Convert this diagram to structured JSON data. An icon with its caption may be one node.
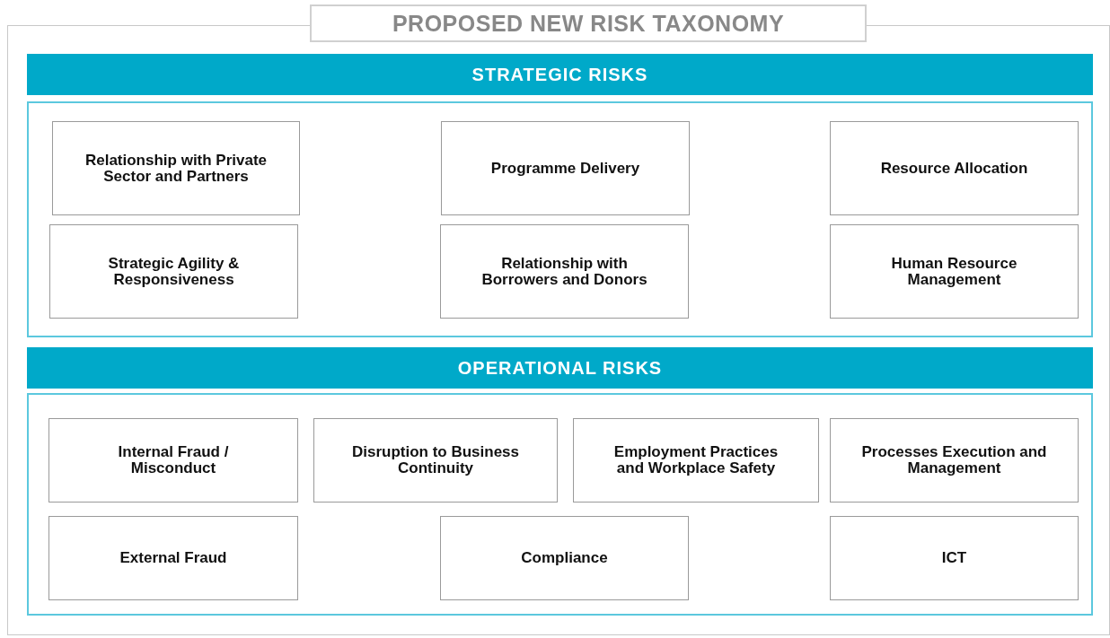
{
  "diagram": {
    "nodes": [
      {
        "text": [
          "PROPOSED NEW RISK TAXONOMY"
        ]
      },
      {
        "text": [
          "STRATEGIC RISKS"
        ],
        "in": 0
      },
      {
        "text": [],
        "shape": "box",
        "in": 0
      },
      {
        "text": [
          "Relationship with Private Sector and Partners"
        ],
        "in": 2
      },
      {
        "text": [
          "Programme Delivery"
        ],
        "in": 2
      },
      {
        "text": [
          "Resource Allocation"
        ],
        "in": 2
      },
      {
        "text": [
          "Strategic Agility & Responsiveness"
        ],
        "in": 2
      },
      {
        "text": [
          "Relationship with Borrowers and Donors"
        ],
        "in": 2
      },
      {
        "text": [
          "Human Resource Management"
        ],
        "in": 2
      },
      {
        "text": [
          "OPERATIONAL RISKS"
        ],
        "in": 0
      },
      {
        "text": [],
        "shape": "box",
        "in": 0
      },
      {
        "text": [
          "Internal Fraud / Misconduct"
        ],
        "in": 10
      },
      {
        "text": [
          "Disruption to Business Continuity"
        ],
        "in": 10
      },
      {
        "text": [
          "Employment Practices and Workplace Safety"
        ],
        "in": 10
      },
      {
        "text": [
          "Processes Execution and Management"
        ],
        "in": 10
      },
      {
        "text": [
          "External Fraud"
        ],
        "in": 10
      },
      {
        "text": [
          "Compliance"
        ],
        "in": 10
      },
      {
        "text": [
          "ICT"
        ],
        "in": 10
      }
    ],
    "edges": []
  }
}
